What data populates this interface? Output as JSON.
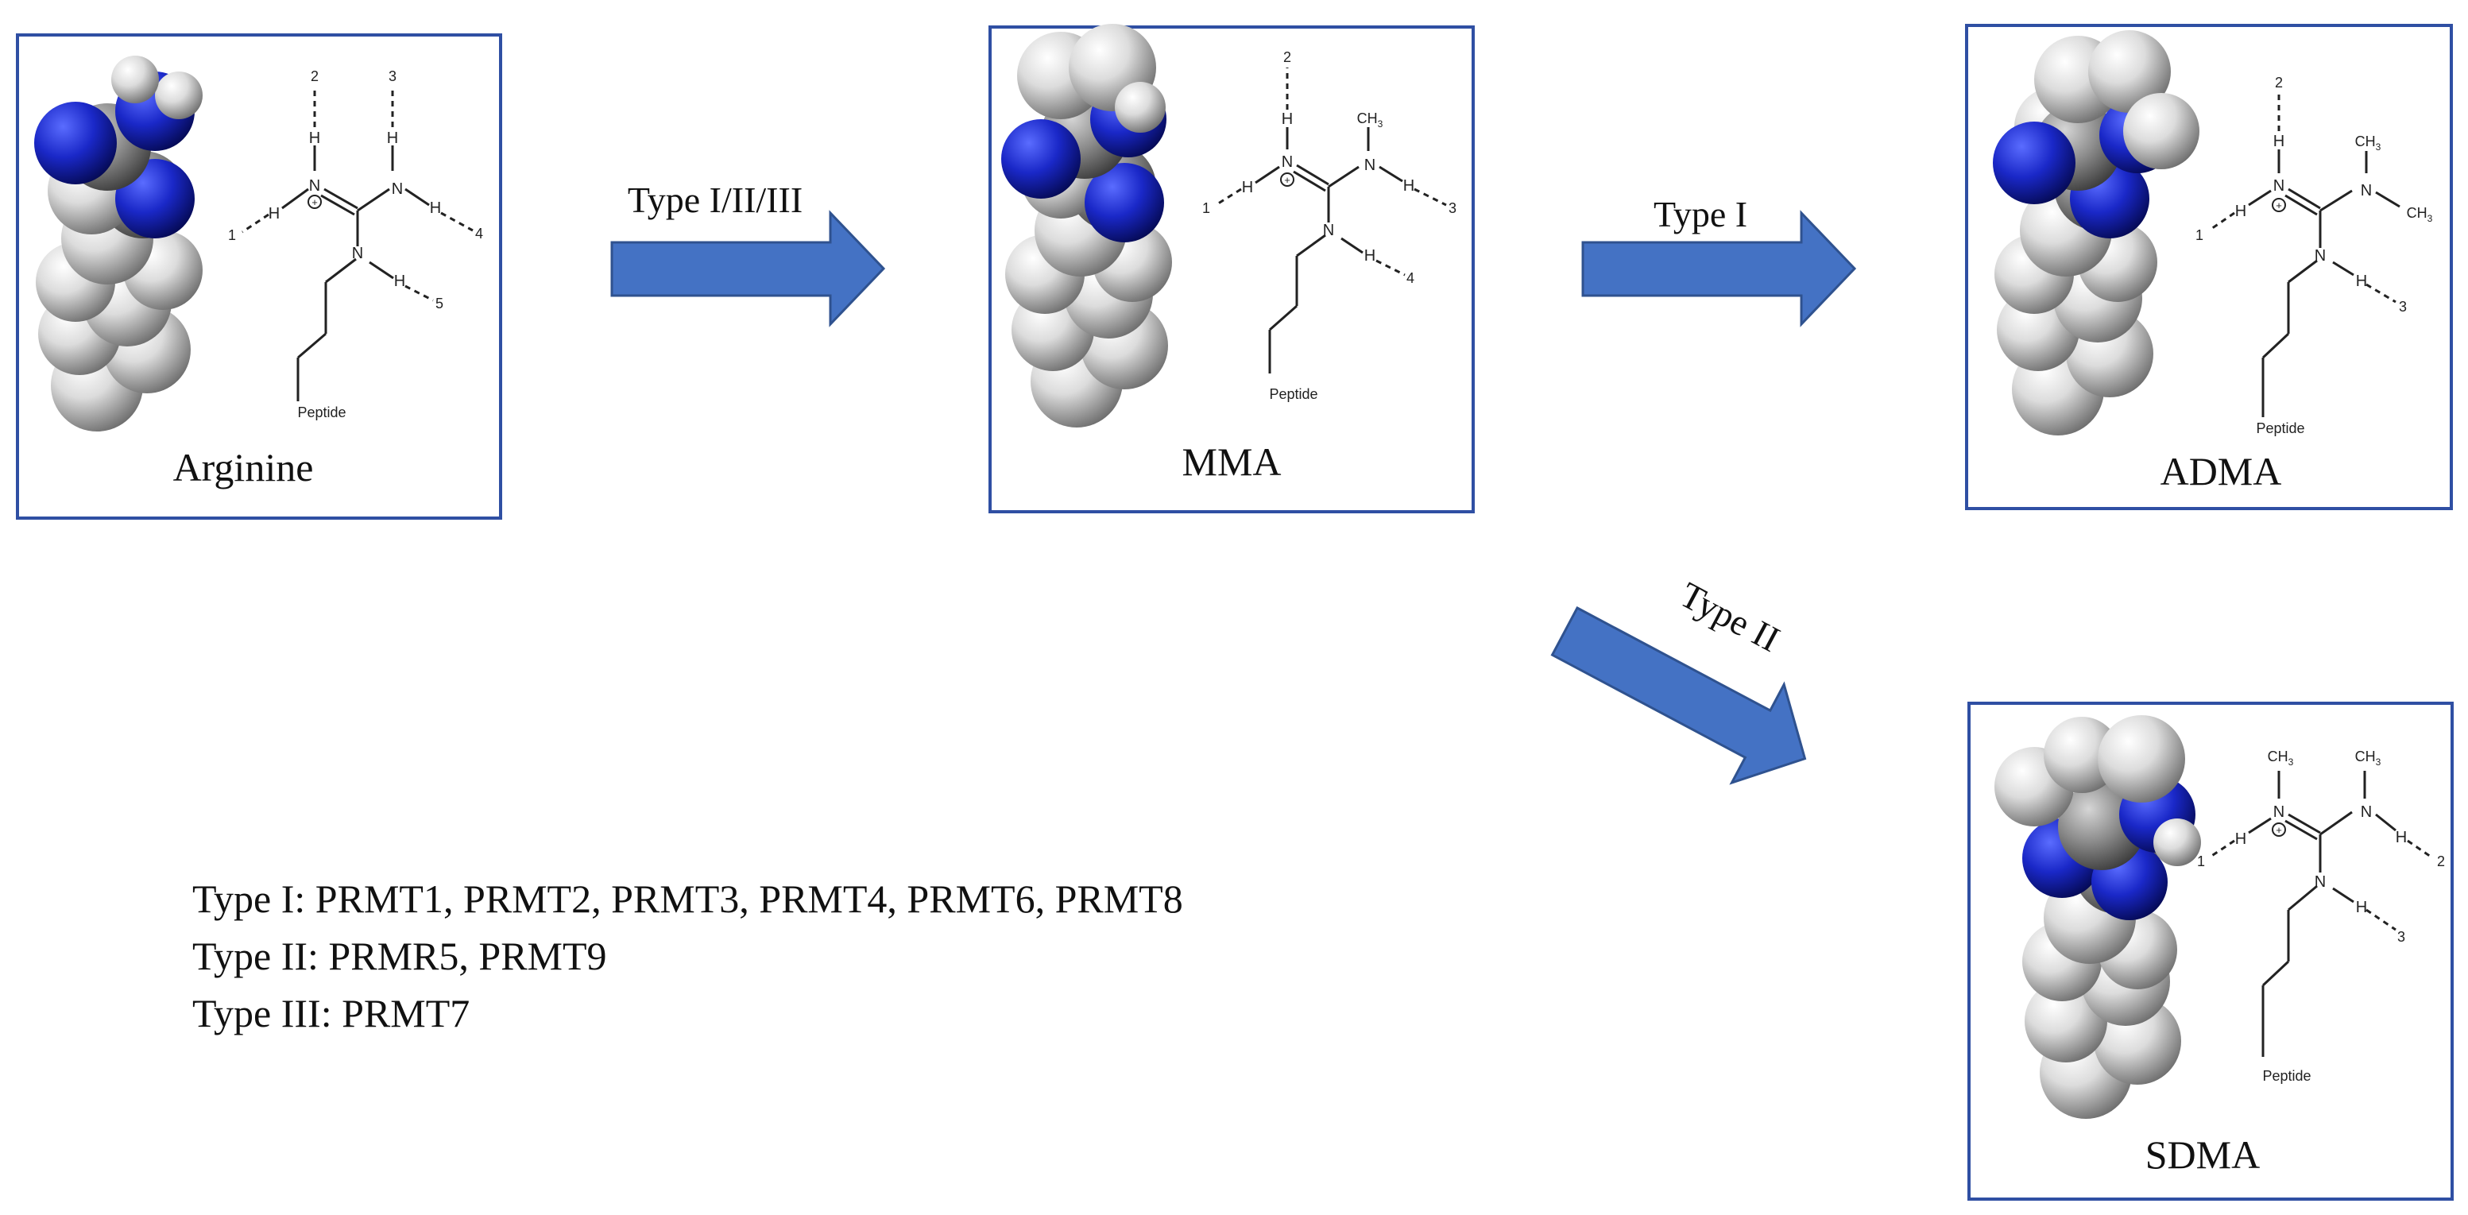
{
  "colors": {
    "box_border": "#2f4fa3",
    "arrow_fill": "#4472c4",
    "arrow_stroke": "#2f528f",
    "nitrogen": "#1f2fd0",
    "carbon": "#9a9a9a",
    "hydrogen": "#e8e8e8"
  },
  "molecules": {
    "arginine": {
      "caption": "Arginine",
      "labels": {
        "h_top1": "H",
        "h_top2": "H",
        "h_left": "H",
        "h_right": "H",
        "h_bottom": "H",
        "n_top": "N",
        "n_right": "N",
        "n_bottom": "N",
        "charge": "+",
        "num1": "1",
        "num2": "2",
        "num3": "3",
        "num4": "4",
        "num5": "5",
        "peptide": "Peptide"
      }
    },
    "mma": {
      "caption": "MMA",
      "labels": {
        "h_top": "H",
        "h_left": "H",
        "h_right": "H",
        "h_bottom": "H",
        "n_top": "N",
        "n_right": "N",
        "n_bottom": "N",
        "charge": "+",
        "ch3": "CH",
        "sub3": "3",
        "num1": "1",
        "num2": "2",
        "num3": "3",
        "num4": "4",
        "peptide": "Peptide"
      }
    },
    "adma": {
      "caption": "ADMA",
      "labels": {
        "h_top": "H",
        "h_left": "H",
        "h_bottom": "H",
        "n_top": "N",
        "n_right": "N",
        "n_bottom": "N",
        "charge": "+",
        "ch3_a": "CH",
        "ch3_b": "CH",
        "sub3": "3",
        "num1": "1",
        "num2": "2",
        "num3": "3",
        "peptide": "Peptide"
      }
    },
    "sdma": {
      "caption": "SDMA",
      "labels": {
        "h_left": "H",
        "h_right": "H",
        "h_bottom": "H",
        "n_top": "N",
        "n_right": "N",
        "n_bottom": "N",
        "charge": "+",
        "ch3_a": "CH",
        "ch3_b": "CH",
        "sub3": "3",
        "num1": "1",
        "num2": "2",
        "num3": "3",
        "peptide": "Peptide"
      }
    }
  },
  "arrows": {
    "arginine_to_mma": "Type I/II/III",
    "mma_to_adma": "Type I",
    "mma_to_sdma": "Type II"
  },
  "legend": [
    "Type I: PRMT1, PRMT2, PRMT3, PRMT4, PRMT6, PRMT8",
    "Type II: PRMR5, PRMT9",
    "Type III: PRMT7"
  ]
}
